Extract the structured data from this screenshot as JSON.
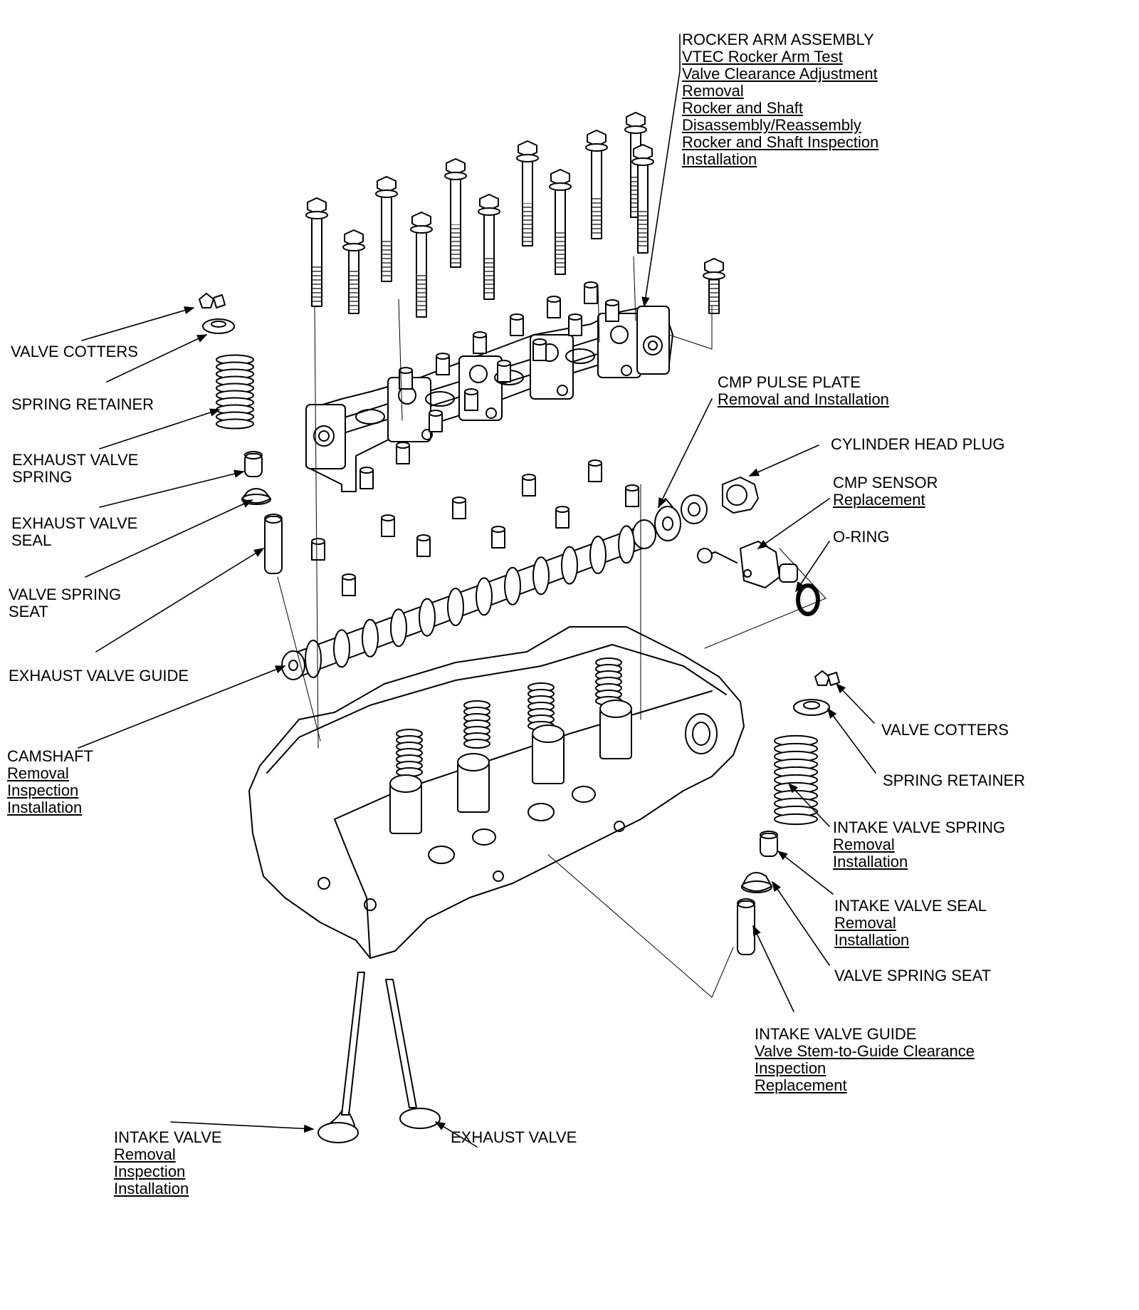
{
  "callouts": {
    "rocker_arm": {
      "title": "ROCKER ARM ASSEMBLY",
      "links": [
        "VTEC Rocker Arm Test",
        "Valve Clearance Adjustment",
        "Removal",
        "Rocker and Shaft ",
        "Disassembly/Reassembly",
        "Rocker and Shaft Inspection",
        "Installation"
      ]
    },
    "valve_cotters_ex": {
      "title": "VALVE COTTERS"
    },
    "spring_retainer_ex": {
      "title": "SPRING RETAINER"
    },
    "exhaust_valve_spring": {
      "title_l1": "EXHAUST VALVE",
      "title_l2": "SPRING"
    },
    "exhaust_valve_seal": {
      "title_l1": "EXHAUST VALVE",
      "title_l2": "SEAL"
    },
    "valve_spring_seat_ex": {
      "title_l1": "VALVE SPRING",
      "title_l2": "SEAT"
    },
    "exhaust_valve_guide": {
      "title": "EXHAUST VALVE GUIDE"
    },
    "camshaft": {
      "title": "CAMSHAFT",
      "links": [
        "Removal",
        "Inspection",
        "Installation"
      ]
    },
    "cmp_pulse_plate": {
      "title": "CMP PULSE PLATE",
      "links": [
        "Removal and Installation"
      ]
    },
    "cylinder_head_plug": {
      "title": "CYLINDER HEAD PLUG"
    },
    "cmp_sensor": {
      "title": "CMP SENSOR",
      "links": [
        "Replacement"
      ]
    },
    "o_ring": {
      "title": "O-RING"
    },
    "valve_cotters_in": {
      "title": "VALVE COTTERS"
    },
    "spring_retainer_in": {
      "title": "SPRING RETAINER"
    },
    "intake_valve_spring": {
      "title": "INTAKE VALVE SPRING",
      "links": [
        "Removal",
        "Installation"
      ]
    },
    "intake_valve_seal": {
      "title": "INTAKE VALVE SEAL",
      "links": [
        "Removal",
        "Installation"
      ]
    },
    "valve_spring_seat_in": {
      "title": "VALVE SPRING SEAT"
    },
    "intake_valve_guide": {
      "title": "INTAKE VALVE GUIDE",
      "links": [
        "Valve Stem-to-Guide Clearance ",
        "Inspection",
        "Replacement"
      ]
    },
    "intake_valve": {
      "title": "INTAKE VALVE",
      "links": [
        "Removal",
        "Inspection",
        "Installation"
      ]
    },
    "exhaust_valve": {
      "title": "EXHAUST VALVE"
    }
  }
}
